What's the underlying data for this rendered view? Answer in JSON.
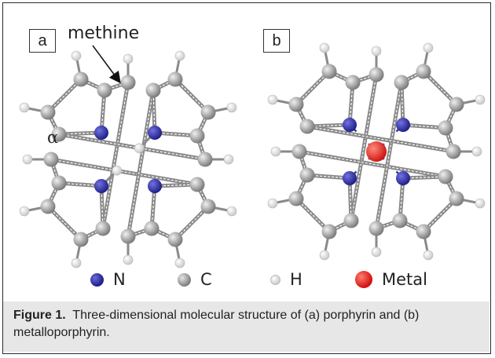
{
  "panels": {
    "a_label": "a",
    "b_label": "b"
  },
  "annotations": {
    "methine": "methine",
    "alpha": "α"
  },
  "legend": [
    {
      "symbol": "N",
      "icon": "nitrogen-atom-icon",
      "color": "#2a2a9a"
    },
    {
      "symbol": "C",
      "icon": "carbon-atom-icon",
      "color": "#8c8c8c"
    },
    {
      "symbol": "H",
      "icon": "hydrogen-atom-icon",
      "color": "#f2f2f2"
    },
    {
      "symbol": "Metal",
      "icon": "metal-atom-icon",
      "color": "#dd1a1a"
    }
  ],
  "caption": {
    "label": "Figure 1.",
    "text": "Three-dimensional molecular structure of (a) porphyrin and (b) metalloporphyrin."
  },
  "colors": {
    "bond": "#8a8a8a",
    "coordination_bond": "#3a3a8c"
  }
}
